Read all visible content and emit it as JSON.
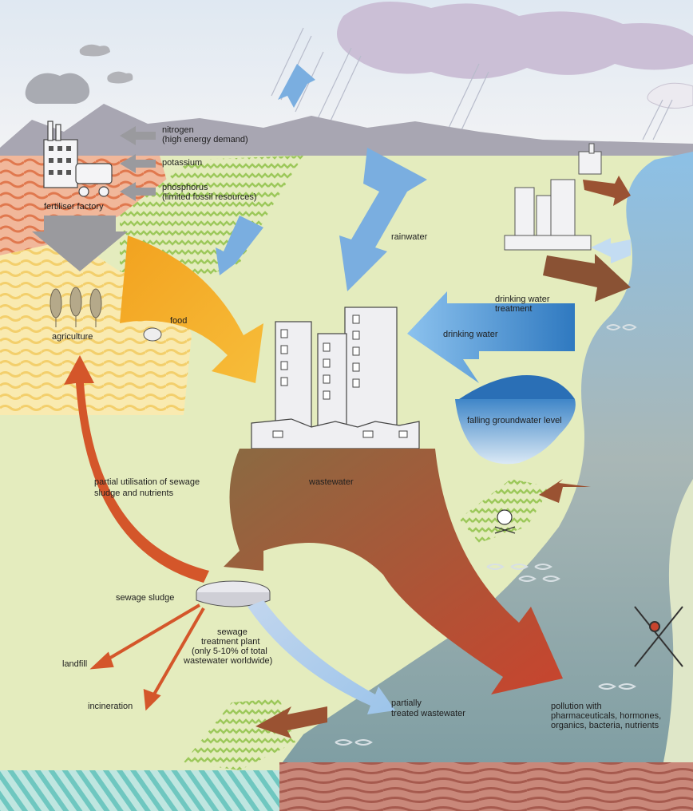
{
  "labels": {
    "nitrogen": "nitrogen",
    "nitrogen_note": "(high energy demand)",
    "potassium": "potassium",
    "phosphorus": "phosphorus",
    "phosphorus_note": "(limited fossil resources)",
    "fertiliser_factory": "fertiliser factory",
    "agriculture": "agriculture",
    "food": "food",
    "rainwater": "rainwater",
    "drinking_water_treatment_1": "drinking water",
    "drinking_water_treatment_2": "treatment",
    "drinking_water": "drinking water",
    "falling_groundwater": "falling groundwater level",
    "wastewater": "wastewater",
    "partial_utilisation_1": "partial utilisation of sewage",
    "partial_utilisation_2": "sludge and nutrients",
    "sewage_sludge": "sewage sludge",
    "plant_1": "sewage",
    "plant_2": "treatment plant",
    "plant_3": "(only 5-10% of total",
    "plant_4": "wastewater worldwide)",
    "landfill": "landfill",
    "incineration": "incineration",
    "partially_1": "partially",
    "partially_2": "treated wastewater",
    "pollution_1": "pollution with",
    "pollution_2": "pharmaceuticals, hormones,",
    "pollution_3": "organics, bacteria, nutrients"
  },
  "colors": {
    "land": "#e4ecbe",
    "sky": "#e6ecf2",
    "water_blue": "#77aee0",
    "river": "#a8b8bc",
    "wastewater_brown": "#8a6a42",
    "pollution_red": "#c84a32",
    "food_orange": "#f4a624",
    "sludge_orange": "#d4562a",
    "grey_arrow": "#9a9a9e",
    "cloud": "#c9bcd2"
  },
  "icons": [
    "factory-icon",
    "city-icon",
    "wheat-icon",
    "bread-icon",
    "skull-icon",
    "no-bathing-icon",
    "fish-icon",
    "cloud-icon",
    "rain-icon"
  ]
}
